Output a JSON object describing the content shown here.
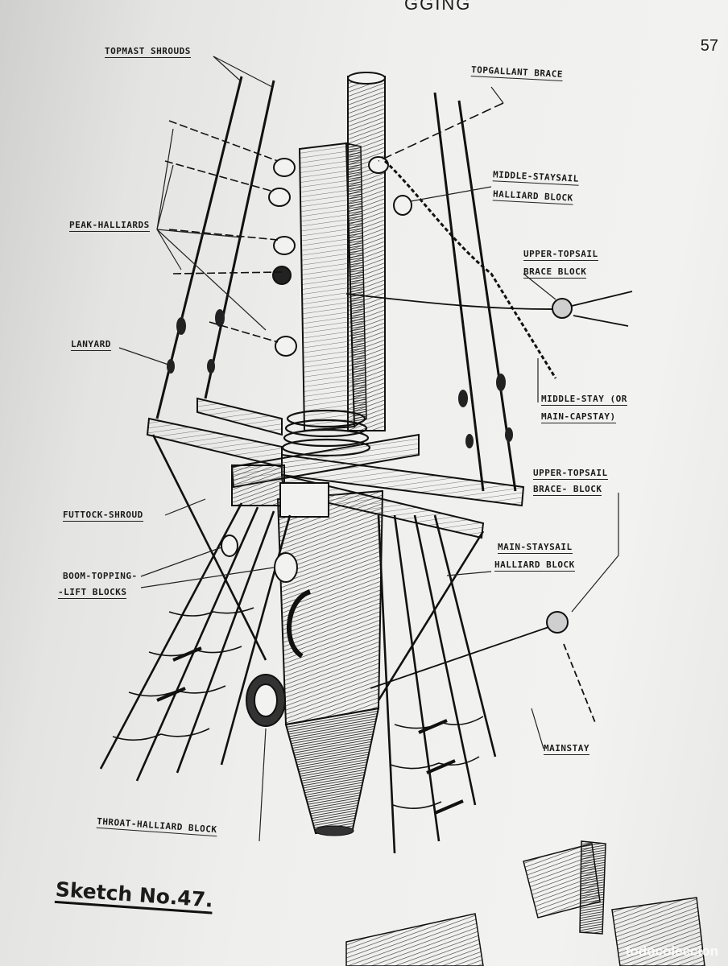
{
  "page": {
    "number": "57",
    "header_fragment": "GGING"
  },
  "labels": {
    "topmast_shrouds": "TOPMAST SHROUDS",
    "topgallant_brace": "TOPGALLANT BRACE",
    "middle_staysail_1": "MIDDLE-STAYSAIL",
    "middle_staysail_2": "HALLIARD BLOCK",
    "peak_halliards": "PEAK-HALLIARDS",
    "upper_topsail_brace_1": "UPPER-TOPSAIL",
    "upper_topsail_brace_2": "BRACE BLOCK",
    "lanyard": "LANYARD",
    "middle_stay_1": "MIDDLE-STAY (OR",
    "middle_stay_2": "MAIN-CAPSTAY)",
    "upper_topsail_brace_b_1": "UPPER-TOPSAIL",
    "upper_topsail_brace_b_2": "BRACE- BLOCK",
    "futtock_shroud": "FUTTOCK-SHROUD",
    "main_staysail_1": "MAIN-STAYSAIL",
    "main_staysail_2": "HALLIARD BLOCK",
    "boom_topping_1": "BOOM-TOPPING-",
    "boom_topping_2": "-LIFT BLOCKS",
    "mainstay": "MAINSTAY",
    "throat_halliard": "THROAT-HALLIARD BLOCK"
  },
  "sketch_title": "Sketch No.47.",
  "watermark": "todocoleccion"
}
